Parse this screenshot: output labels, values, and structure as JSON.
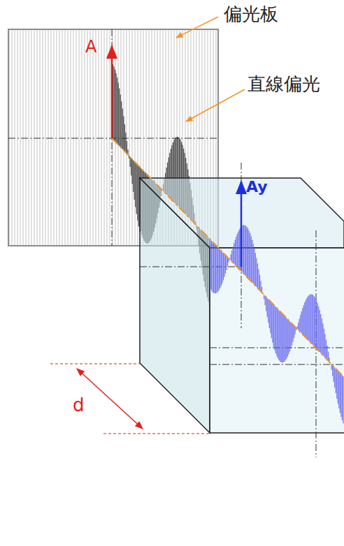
{
  "diagram": {
    "labels": [
      "偏光板",
      "直線偏光",
      "A",
      "Ay",
      "d"
    ]
  }
}
